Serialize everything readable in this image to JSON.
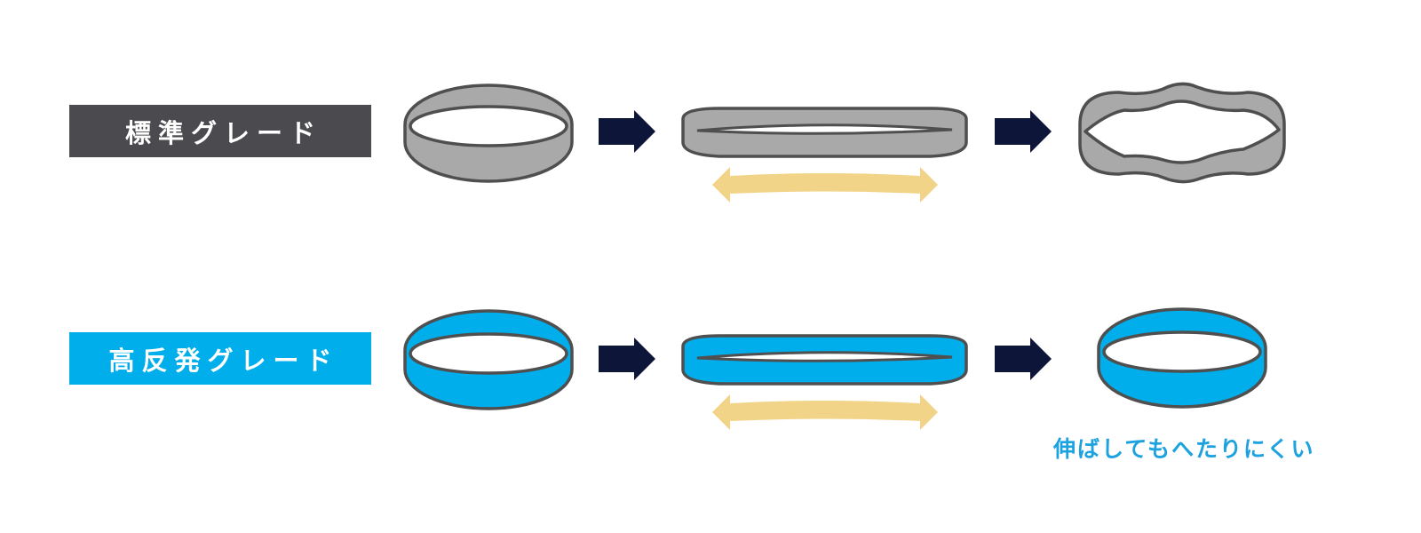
{
  "rows": [
    {
      "label": "標準グレード",
      "label_color": "#4a4a4f",
      "band_color": "#a9a9a9",
      "final_state": "deformed"
    },
    {
      "label": "高反発グレード",
      "label_color": "#00aeeb",
      "band_color": "#00aeeb",
      "final_state": "restored"
    }
  ],
  "note": "伸ばしてもへたりにくい",
  "colors": {
    "outline": "#4f4f4f",
    "arrow": "#0d1538",
    "stretch_arrow": "#f2d489",
    "note": "#1da2e0"
  },
  "icons": {
    "process_arrow": "right-arrow-icon",
    "stretch_arrow": "double-arrow-icon"
  }
}
